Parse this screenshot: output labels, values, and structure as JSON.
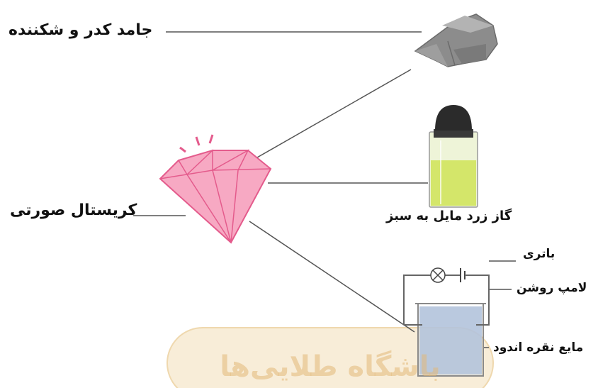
{
  "labels": {
    "hard_solid": "جامد کدر و شکننده",
    "crystal": "کریستال صورتی",
    "gas": "گاز زرد مایل به سبز",
    "battery": "باتری",
    "lamp": "لامپ روشن",
    "liquid": "مایع نقره اندود"
  },
  "watermark": {
    "text": "باشگاه طلایی‌ها"
  },
  "colors": {
    "crystal_fill": "#f7a9c3",
    "crystal_stroke": "#e45b8c",
    "rock_fill": "#8c8c8c",
    "gas_fill": "#d4e66a",
    "liquid_fill": "#b3c3dc",
    "watermark_badge": "#f8edd8"
  }
}
